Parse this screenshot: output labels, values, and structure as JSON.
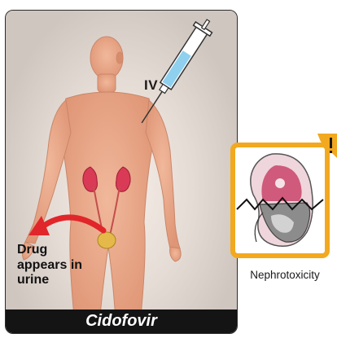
{
  "route_label": "IV",
  "excretion_text": "Drug appears in urine",
  "drug_name": "Cidofovir",
  "toxicity_label": "Nephrotoxicity",
  "colors": {
    "toxicity_border": "#f2a91f",
    "arrow": "#e0262a",
    "body_skin": "#e7a382",
    "kidney": "#d93a55",
    "banner": "#141414"
  }
}
